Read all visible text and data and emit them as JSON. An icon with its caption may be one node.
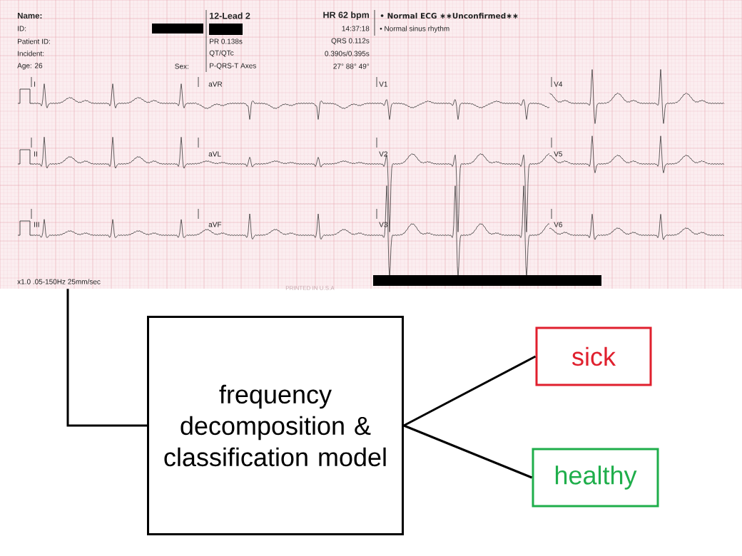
{
  "diagram": {
    "nodes": [
      {
        "text": [],
        "shape": "picture"
      },
      {
        "text": [
          "frequency decomposition & classification model"
        ]
      },
      {
        "text": [
          "sick"
        ]
      },
      {
        "text": [
          "healthy"
        ]
      }
    ],
    "edges": [
      {
        "from": 0,
        "to": 1,
        "arrow": "none"
      },
      {
        "from": 1,
        "to": 2,
        "arrow": "none"
      },
      {
        "from": 1,
        "to": 3,
        "arrow": "none"
      }
    ],
    "labels": [
      "Name:",
      "12-Lead 2",
      "HR 62 bpm",
      "• Normal ECG ∗∗Unconfirmed∗∗",
      "ID:",
      "14:37:18",
      "• Normal sinus rhythm",
      "Patient ID:",
      "PR 0.138s",
      "QRS 0.112s",
      "Incident:",
      "QT/QTc",
      "0.390s/0.395s",
      "Age: 26",
      "Sex:",
      "P-QRS-T Axes",
      "27° 88° 49°",
      "I",
      "aVR",
      "V1",
      "V4",
      "II",
      "aVL",
      "V2",
      "V5",
      "III",
      "aVF",
      "V3",
      "V6",
      "x1.0 .05-150Hz 25mm/sec",
      "PRINTED IN U.S.A"
    ]
  }
}
